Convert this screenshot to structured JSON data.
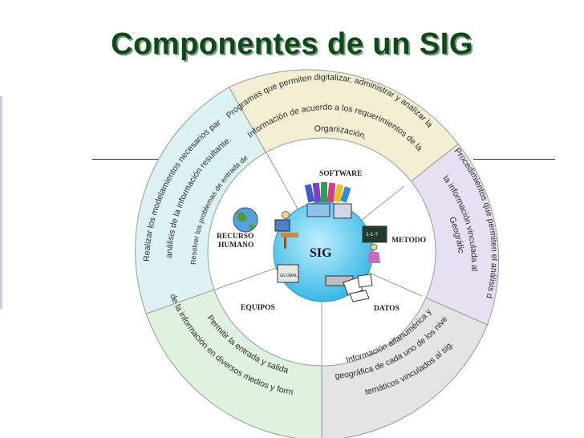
{
  "title": "Componentes de un SIG",
  "center": {
    "label": "SIG",
    "color": "#4fc3e8"
  },
  "components": {
    "software": "SOFTWARE",
    "recurso": [
      "RECURSO",
      "HUMANO"
    ],
    "metodo": "METODO",
    "equipos": "EQUIPOS",
    "datos": "DATOS",
    "globus_label": "GLOBAL",
    "board_label": "1-1-?"
  },
  "sectors": {
    "top": {
      "color": "#f3efd3",
      "lines": [
        "Programas que permiten digitalizar, administrar y analizar la",
        "Información de acuerdo a los requerimientos de la",
        "Organización."
      ]
    },
    "right": {
      "color": "#e7dff2",
      "lines": [
        "Procedimientos que permiten el análisis de la",
        "la información vinculada al espacio",
        "Geográfico."
      ]
    },
    "bottom_right": {
      "color": "#e4e4e4",
      "lines": [
        "Información alfanumérica y",
        "geográfica de cada uno de los niveles",
        "temáticos vinculados al sig."
      ]
    },
    "bottom_left": {
      "color": "#dff1df",
      "lines": [
        "Permitir la entrada y salida",
        "de la información en diversos medios y formas."
      ]
    },
    "left": {
      "color": "#dcf2f3",
      "lines": [
        "Realizar los modelamientos necesarios para el",
        "análisis de la información resultante.",
        "Resolver los problemas de entrada de datos"
      ]
    }
  }
}
